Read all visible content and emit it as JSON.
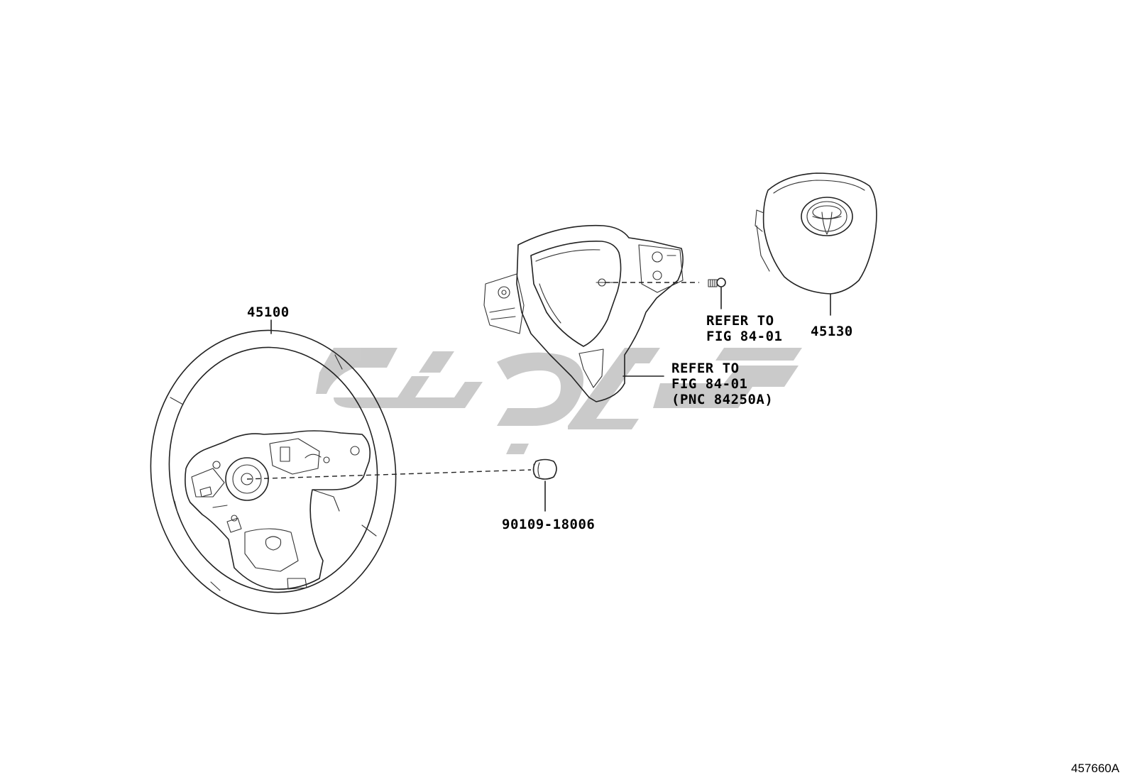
{
  "parts": [
    {
      "id": "steering-wheel",
      "number": "45100"
    },
    {
      "id": "horn-pad",
      "number": "45130"
    },
    {
      "id": "bolt",
      "number": "90109-18006"
    }
  ],
  "references": [
    {
      "id": "ref-switch",
      "lines": [
        "REFER TO",
        "FIG 84-01"
      ]
    },
    {
      "id": "ref-cover",
      "lines": [
        "REFER TO",
        "FIG 84-01",
        "(PNC 84250A)"
      ]
    }
  ],
  "figure_id": "457660A",
  "watermark": {
    "color": "#c8c8c8"
  }
}
